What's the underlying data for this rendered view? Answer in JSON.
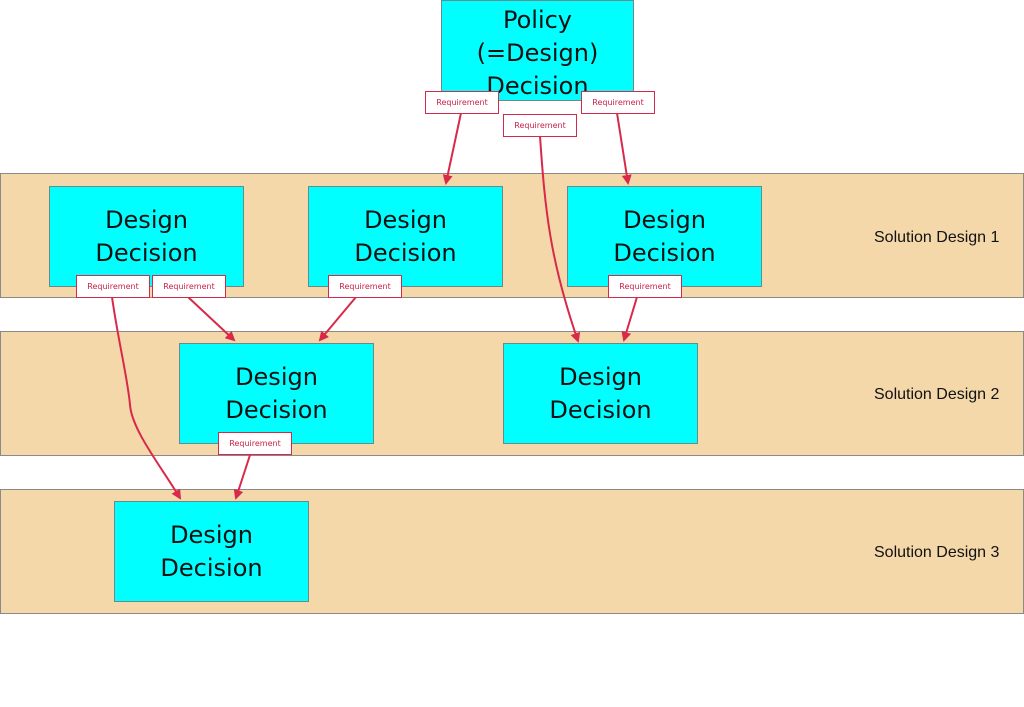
{
  "policy": {
    "label": "Policy\n(=Design)\nDecision"
  },
  "decision_label": "Design\nDecision",
  "requirement_label": "Requirement",
  "bands": [
    {
      "label": "Solution Design 1"
    },
    {
      "label": "Solution Design 2"
    },
    {
      "label": "Solution Design 3"
    }
  ],
  "colors": {
    "band": "#f5d8a9",
    "box": "#00ffff",
    "arrow": "#d9294a"
  }
}
